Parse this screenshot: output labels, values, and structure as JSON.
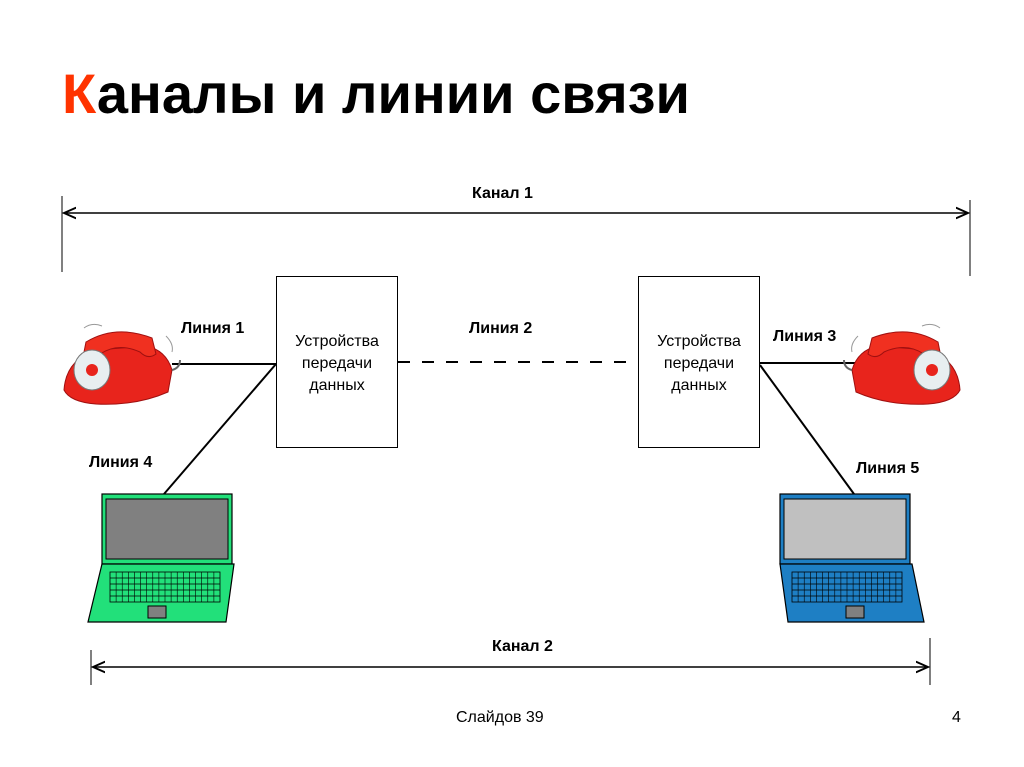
{
  "slide": {
    "title_accent": "К",
    "title_rest": "аналы и линии связи",
    "accent_color": "#ff3300"
  },
  "diagram": {
    "channels": [
      {
        "id": "channel-1",
        "label": "Канал 1"
      },
      {
        "id": "channel-2",
        "label": "Канал 2"
      }
    ],
    "devices": [
      {
        "id": "dte-left",
        "label": "Устройства передачи данных",
        "lines": [
          "Устройства",
          "передачи",
          "данных"
        ]
      },
      {
        "id": "dte-right",
        "label": "Устройства передачи данных",
        "lines": [
          "Устройства",
          "передачи",
          "данных"
        ]
      }
    ],
    "links": [
      {
        "id": "line-1",
        "label": "Линия 1",
        "from": "phone-left",
        "to": "dte-left",
        "style": "solid"
      },
      {
        "id": "line-2",
        "label": "Линия 2",
        "from": "dte-left",
        "to": "dte-right",
        "style": "dashed"
      },
      {
        "id": "line-3",
        "label": "Линия 3",
        "from": "dte-right",
        "to": "phone-right",
        "style": "solid"
      },
      {
        "id": "line-4",
        "label": "Линия 4",
        "from": "laptop-left",
        "to": "dte-left",
        "style": "solid"
      },
      {
        "id": "line-5",
        "label": "Линия 5",
        "from": "dte-right",
        "to": "laptop-right",
        "style": "solid"
      }
    ],
    "endpoints": [
      {
        "id": "phone-left",
        "icon": "telephone-icon",
        "color": "#e8241c"
      },
      {
        "id": "phone-right",
        "icon": "telephone-icon",
        "color": "#e8241c"
      },
      {
        "id": "laptop-left",
        "icon": "laptop-icon",
        "color": "#22e07a"
      },
      {
        "id": "laptop-right",
        "icon": "laptop-icon",
        "color": "#1e7fc4"
      }
    ]
  },
  "footer": {
    "slides_count": "Слайдов 39",
    "page_number": "4"
  }
}
